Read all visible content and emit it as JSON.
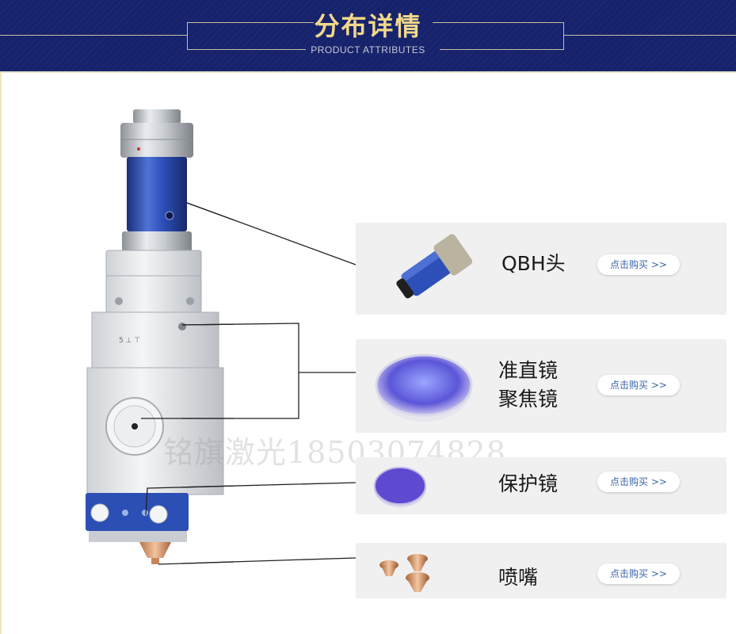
{
  "header": {
    "title": "分布详情",
    "subtitle": "PRODUCT ATTRIBUTES"
  },
  "watermark": "铭旗激光18503074828",
  "parts": [
    {
      "label_lines": [
        "QBH头"
      ],
      "button_label": "点击购买 >>",
      "thumb_icon": "qbh-connector-icon"
    },
    {
      "label_lines": [
        "准直镜",
        "聚焦镜"
      ],
      "button_label": "点击购买 >>",
      "thumb_icon": "lens-icon"
    },
    {
      "label_lines": [
        "保护镜"
      ],
      "button_label": "点击购买 >>",
      "thumb_icon": "protective-window-icon"
    },
    {
      "label_lines": [
        "喷嘴"
      ],
      "button_label": "点击购买 >>",
      "thumb_icon": "nozzle-icon"
    }
  ],
  "colors": {
    "header_bg": "#16226b",
    "title_gold": "#f2d98a",
    "panel_bg": "#f0f0f1",
    "button_text": "#3a64a8",
    "head_blue": "#2d4fb8"
  }
}
